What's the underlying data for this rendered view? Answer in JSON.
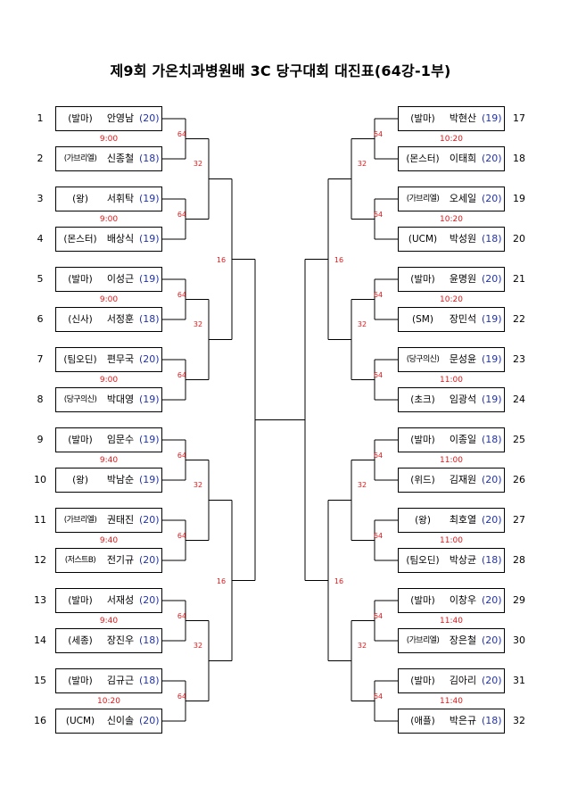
{
  "title": "제9회 가온치과병원배 3C 당구대회 대진표(64강-1부)",
  "colors": {
    "time": "#e0191b",
    "handicap": "#2233aa"
  },
  "left": [
    {
      "num": "1",
      "club": "(발마)",
      "name": "안영남",
      "hcp": "(20)"
    },
    {
      "num": "2",
      "club": "(가브리엘)",
      "name": "신종철",
      "hcp": "(18)"
    },
    {
      "num": "3",
      "club": "(왕)",
      "name": "서휘탁",
      "hcp": "(19)"
    },
    {
      "num": "4",
      "club": "(몬스터)",
      "name": "배상식",
      "hcp": "(19)"
    },
    {
      "num": "5",
      "club": "(발마)",
      "name": "이성근",
      "hcp": "(19)"
    },
    {
      "num": "6",
      "club": "(신사)",
      "name": "서정훈",
      "hcp": "(18)"
    },
    {
      "num": "7",
      "club": "(팀오딘)",
      "name": "편무국",
      "hcp": "(20)"
    },
    {
      "num": "8",
      "club": "(당구의신)",
      "name": "박대영",
      "hcp": "(19)"
    },
    {
      "num": "9",
      "club": "(발마)",
      "name": "임문수",
      "hcp": "(19)"
    },
    {
      "num": "10",
      "club": "(왕)",
      "name": "박남순",
      "hcp": "(19)"
    },
    {
      "num": "11",
      "club": "(가브리엘)",
      "name": "권태진",
      "hcp": "(20)"
    },
    {
      "num": "12",
      "club": "(저스트B)",
      "name": "전기규",
      "hcp": "(20)"
    },
    {
      "num": "13",
      "club": "(발마)",
      "name": "서재성",
      "hcp": "(20)"
    },
    {
      "num": "14",
      "club": "(세종)",
      "name": "장진우",
      "hcp": "(18)"
    },
    {
      "num": "15",
      "club": "(발마)",
      "name": "김규근",
      "hcp": "(18)"
    },
    {
      "num": "16",
      "club": "(UCM)",
      "name": "신이솔",
      "hcp": "(20)"
    }
  ],
  "right": [
    {
      "num": "17",
      "club": "(발마)",
      "name": "박현산",
      "hcp": "(19)"
    },
    {
      "num": "18",
      "club": "(몬스터)",
      "name": "이태희",
      "hcp": "(20)"
    },
    {
      "num": "19",
      "club": "(가브리엘)",
      "name": "오세일",
      "hcp": "(20)"
    },
    {
      "num": "20",
      "club": "(UCM)",
      "name": "박성원",
      "hcp": "(18)"
    },
    {
      "num": "21",
      "club": "(발마)",
      "name": "윤명원",
      "hcp": "(20)"
    },
    {
      "num": "22",
      "club": "(SM)",
      "name": "장민석",
      "hcp": "(19)"
    },
    {
      "num": "23",
      "club": "(당구의신)",
      "name": "문성윤",
      "hcp": "(19)"
    },
    {
      "num": "24",
      "club": "(초크)",
      "name": "임광석",
      "hcp": "(19)"
    },
    {
      "num": "25",
      "club": "(발마)",
      "name": "이종일",
      "hcp": "(18)"
    },
    {
      "num": "26",
      "club": "(위드)",
      "name": "김재원",
      "hcp": "(20)"
    },
    {
      "num": "27",
      "club": "(왕)",
      "name": "최호열",
      "hcp": "(20)"
    },
    {
      "num": "28",
      "club": "(팀오딘)",
      "name": "박상균",
      "hcp": "(18)"
    },
    {
      "num": "29",
      "club": "(발마)",
      "name": "이창우",
      "hcp": "(20)"
    },
    {
      "num": "30",
      "club": "(가브리엘)",
      "name": "장은철",
      "hcp": "(20)"
    },
    {
      "num": "31",
      "club": "(발마)",
      "name": "김아리",
      "hcp": "(20)"
    },
    {
      "num": "32",
      "club": "(애플)",
      "name": "박은규",
      "hcp": "(18)"
    }
  ],
  "times_left": [
    "9:00",
    "9:00",
    "9:00",
    "9:00",
    "9:40",
    "9:40",
    "9:40",
    "10:20"
  ],
  "times_right": [
    "10:20",
    "10:20",
    "10:20",
    "11:00",
    "11:00",
    "11:00",
    "11:40",
    "11:40"
  ],
  "round_labels": {
    "r64": "64",
    "r32": "32",
    "r16": "16"
  }
}
